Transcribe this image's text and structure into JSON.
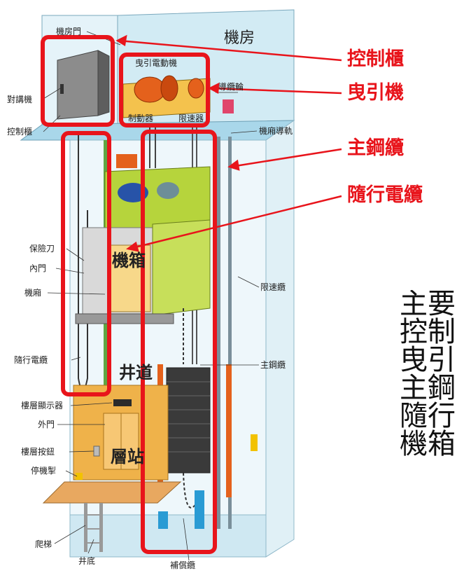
{
  "machine_room": {
    "title": "機房"
  },
  "callouts": {
    "control_cabinet": "控制櫃",
    "traction_machine": "曳引機",
    "main_rope": "主鋼纜",
    "traveling_cable": "隨行電纜"
  },
  "labels": {
    "machine_room_door": "機房門",
    "intercom": "對講機",
    "control_cabinet": "控制櫃",
    "traction_machine": "曳引電動機",
    "deflector_sheave": "導纜輪",
    "brake": "制動器",
    "governor": "限速器",
    "car_guide_rail": "機廂導軌",
    "safety_gear": "保險刀",
    "inner_door": "內門",
    "car": "機廂",
    "car_big": "機箱",
    "governor_rope": "限速纜",
    "traveling_cable": "隨行電纜",
    "main_rope": "主鋼纜",
    "shaft": "井道",
    "floor_indicator": "樓層顯示器",
    "outer_door": "外門",
    "landing": "層站",
    "floor_button": "樓層按鈕",
    "stop_switch": "停機掣",
    "ladder": "爬梯",
    "pit": "井底",
    "compensation_rope": "補償纜"
  },
  "summary": [
    "主要",
    "控制",
    "曳引",
    "主鋼",
    "隨行",
    "機箱"
  ],
  "colors": {
    "callout_red": "#e8141b",
    "shaft_glass": "#d8eef6",
    "car_green": "#b6d43c",
    "landing_orange": "#efb24a"
  }
}
